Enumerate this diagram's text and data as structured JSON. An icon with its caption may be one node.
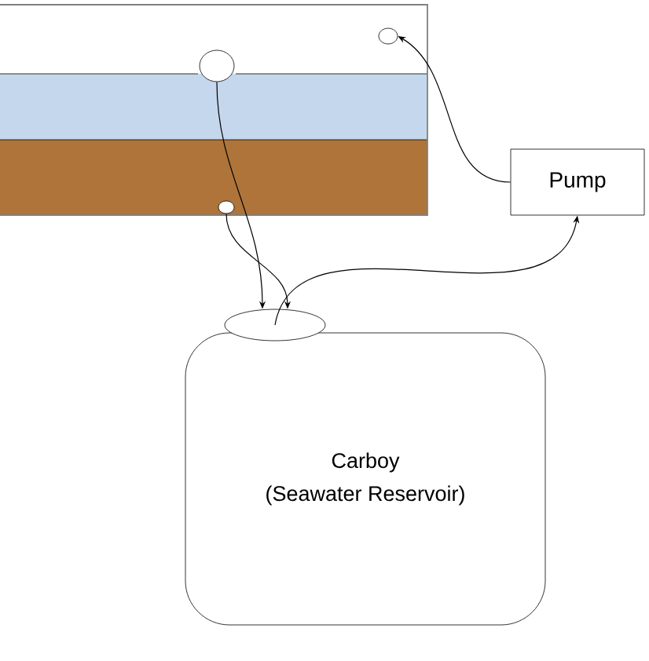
{
  "diagram": {
    "nodes": [
      {
        "text": [],
        "shape": "box"
      },
      {
        "text": [],
        "shape": "circle",
        "in": 0
      },
      {
        "text": [],
        "shape": "circle",
        "in": 0
      },
      {
        "text": [],
        "shape": "circle",
        "in": 0
      },
      {
        "text": [
          "Pump"
        ]
      },
      {
        "text": [],
        "shape": "circle"
      },
      {
        "text": [
          "Carboy",
          "(Seawater Reservoir)"
        ]
      }
    ],
    "edges": [
      {
        "from": 4,
        "to": 1,
        "arrow": "to"
      },
      {
        "from": 2,
        "to": 5,
        "arrow": "to"
      },
      {
        "from": 3,
        "to": 5,
        "arrow": "to"
      },
      {
        "from": 5,
        "to": 4,
        "arrow": "to"
      }
    ]
  }
}
